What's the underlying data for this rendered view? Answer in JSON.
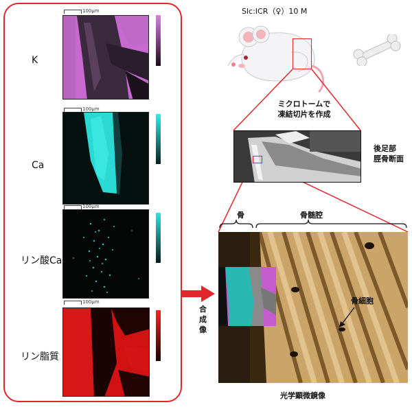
{
  "maps": [
    {
      "label": "K",
      "scale": "100μm",
      "color": "#d070d8"
    },
    {
      "label": "Ca",
      "scale": "100μm",
      "color": "#21d3cd"
    },
    {
      "label": "リン酸Ca",
      "scale": "100μm",
      "color": "#1fb5b5"
    },
    {
      "label": "リン脂質",
      "scale": "100μm",
      "color": "#e01010"
    }
  ],
  "mouse_label": "Slc:ICR（♀）10 M",
  "microtome_text": [
    "ミクロトームで",
    "凍結切片を作成"
  ],
  "section_label": [
    "後足部",
    "脛骨断面"
  ],
  "bone_label": "骨",
  "marrow_label": "骨髄腔",
  "composite_label": [
    "合",
    "成",
    "像"
  ],
  "osteocyte_label": "骨細胞",
  "microscope_caption": "光学顕微鏡像",
  "colors": {
    "frame": "#e0262a",
    "arrow": "#e0262a"
  }
}
